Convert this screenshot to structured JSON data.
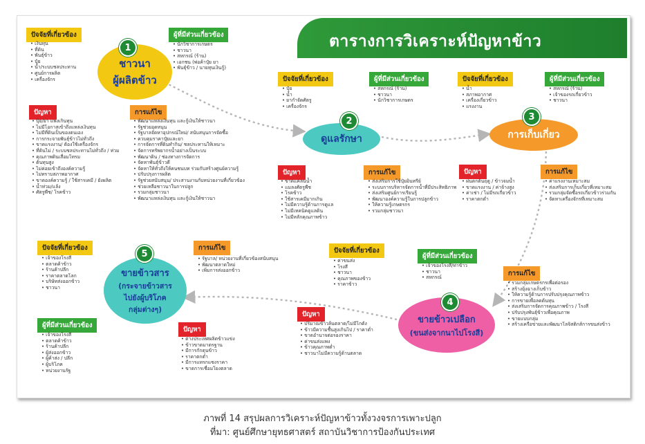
{
  "title": "ตารางการวิเคราะห์ปัญหาข้าว",
  "caption": {
    "line1": "ภาพที่ 14 สรุปผลการวิเคราะห์ปัญหาข้าวทั้งวงจรการเพาะปลูก",
    "line2": "ที่มา: ศูนย์ศึกษายุทธศาสตร์ สถาบันวิชาการป้องกันประเทศ"
  },
  "labels": {
    "factors": "ปัจจัยที่เกี่ยวข้อง",
    "stakeholders": "ผู้ที่มีส่วนเกี่ยวข้อง",
    "problems": "ปัญหา",
    "solutions": "การแก้ไข"
  },
  "colors": {
    "green": "#36a83a",
    "yellow": "#f2c812",
    "orange": "#f59a2a",
    "red": "#e2232a",
    "teal": "#4cc9c0",
    "pink": "#ee5fa5"
  },
  "stages": [
    {
      "number": "1",
      "name": "ชาวนา",
      "name2": "ผู้ผลิตข้าว",
      "factors": [
        "เงินทุน",
        "ที่ดิน",
        "พันธุ์ข้าว",
        "ปุ๋ย",
        "น้ำ/ระบบชลประทาน",
        "ศูนย์การผลิต",
        "เครื่องจักร"
      ],
      "stakeholders": [
        "นักวิชาการเกษตร",
        "ชาวนา",
        "สหกรณ์ (ร้าน)",
        "เอกชน (พ่อค้าปุ๋ย ยา",
        "พันธุ์ข้าว / นายทุนเงินกู้)"
      ],
      "problems": [
        "ปุ๋ย/ยา แพงเกินทุน",
        "ไม่มีโอกาสเข้าถึงแหล่งเงินทุน",
        "ไม่มีที่ดินเป็นของตนเอง",
        "การกระจายพันธุ์ข้าวไม่ทั่วถึง",
        "ขาดแรงงาน/ ต้องใช้เครื่องจักร",
        "ที่ดินไม่ / ระบบชลประทานไม่ทั่วถึง / ท่วม",
        "คุณภาพดินเสื่อมโทรม",
        "ต้นทุนสูง",
        "ไม่ค่อยเข้าถึงองค์ความรู้",
        "ไม่ทราบสภาพอากาศ",
        "ขาดองค์ความรู้ / ใช้สารเคมี / ยังผลิต",
        "น้ำท่วม/แล้ง",
        "ศัตรูพืช/ โรคข้าว"
      ],
      "solutions": [
        "พัฒนาแหล่งเงินทุน และกู้เงินให้ชาวนา",
        "รัฐช่วยอุดหนุน",
        "รัฐบาลจัดหาอุปกรณ์ใหม่/ สนับสนุนการจัดซื้อ",
        "ควบคุมราคาปุ๋ยและยา",
        "การจัดการที่ดินทำกิน/ ชลประทานให้เหมาะ",
        "จัดการทรัพยากรน้ำอย่างเป็นระบบ",
        "พัฒนาดิน / ช่องทางการจัดการ",
        "จัดหาพันธุ์ข้าวดี",
        "จัดหาให้ทั่วถึงให้คนชนบท ร่วมกับสร้างศูนย์ความรู้",
        "ปรับปรุงการผลิต",
        "รัฐช่วยสนับสนุน/ ประสานงานกับหน่วยงานที่เกี่ยวข้อง",
        "ช่วยเหลือชาวนาในการปลูก",
        "รวมกลุ่มชาวนา",
        "พัฒนาแหล่งเงินทุน และกู้เงินให้ชาวนา"
      ]
    },
    {
      "number": "2",
      "name": "ดูแลรักษา",
      "factors": [
        "ปุ๋ย",
        "น้ำ",
        "ยากำจัดศัตรู",
        "เครื่องจักร"
      ],
      "stakeholders": [
        "สหกรณ์ (ร้าน)",
        "ชาวนา",
        "นักวิชาการเกษตร"
      ],
      "problems": [
        "ขาดแคลนน้ำ",
        "แมลงศัตรูพืช",
        "โรคข้าว",
        "ใช้สารเคมีมากเกิน",
        "ไม่มีความรู้ด้านการดูแล",
        "ไม่มีเทคนิคดูแลดิน",
        "ไม่มีหลักคุณภาพข้าว"
      ],
      "solutions": [
        "ส่งเสริมการใช้ปุ๋ยอินทรีย์",
        "ระบบการบริหารจัดการน้ำที่มีประสิทธิภาพ",
        "ส่งเสริมศูนย์การเรียนรู้",
        "พัฒนาองค์ความรู้ในการปลูกข้าว",
        "ให้ความรู้เกษตรกร",
        "รวมกลุ่มชาวนา"
      ]
    },
    {
      "number": "3",
      "name": "การเก็บเกี่ยว",
      "factors": [
        "น้ำ",
        "สภาพอากาศ",
        "เครื่องเกี่ยวข้าว",
        "แรงงาน"
      ],
      "stakeholders": [
        "สหกรณ์ (ร้าน)",
        "เจ้าของรถเกี่ยวข้าว",
        "ชาวนา"
      ],
      "problems": [
        "ฝนตกต้นฤดู / ข้าวจมน้ำ",
        "ขาดแรงงาน / ค่าจ้างสูง",
        "ค่าเช่า / ไม่มีรถเกี่ยวข้าว",
        "ราคาตกต่ำ"
      ],
      "solutions": [
        "ค่าแรงงานเหมาะสม",
        "ส่งเสริมการเก็บเกี่ยวที่เหมาะสม",
        "รวมกลุ่มจัดซื้อรถเกี่ยวข้าวร่วมกัน",
        "จัดหาเครื่องจักรที่เหมาะสม"
      ]
    },
    {
      "number": "4",
      "name": "ขายข้าวเปลือก",
      "name2": "(ขนส่งจากนาไปโรงสี)",
      "factors": [
        "ค่าขนส่ง",
        "โรงสี",
        "ชาวนา",
        "คุณภาพของข้าว",
        "ราคาข้าว"
      ],
      "stakeholders": [
        "เจ้าของโรงสี/ท่าข้าว",
        "ชาวนา",
        "สหกรณ์"
      ],
      "problems": [
        "ปริมาณข้าวล้นตลาด/ไม่มีโกดัง",
        "ข้าวมีความชื้นสูงเกินไป / ราคาต่ำ",
        "ขาดอำนาจต่อรองราคา",
        "ค่าขนส่งแพง",
        "ข้าวคุณภาพต่ำ",
        "ชาวนาไม่มีความรู้ด้านตลาด"
      ],
      "solutions": [
        "รวมกลุ่มเกษตรกรเพื่อต่อรอง",
        "สร้างยุ้งฉางเก็บข้าว",
        "ให้ความรู้ด้านการปรับปรุงคุณภาพข้าว",
        "การขายเพื่อลดต้นทุน",
        "ส่งเสริมการจัดการคุณภาพข้าว / โรงสี",
        "ปรับปรุงพันธุ์ข้าวเพื่อคุณภาพ",
        "ขายแบบกลุ่ม",
        "สร้างเครือข่ายและพัฒนาโลจิสติกส์การขนส่งข้าว"
      ]
    },
    {
      "number": "5",
      "name": "ขายข้าวสาร",
      "name2": "(กระจายข้าวสาร",
      "name3": "ไปยังผู้บริโภค",
      "name4": "กลุ่มต่างๆ)",
      "factors": [
        "เจ้าของโรงสี",
        "ตลาดค้าข้าว",
        "ร้านค้าปลีก",
        "ราคาตลาดโลก",
        "บริษัทส่งออกข้าว",
        "ชาวนา"
      ],
      "stakeholders": [
        "เจ้าของโรงสี",
        "ตลาดค้าข้าว",
        "ร้านค้าปลีก",
        "ผู้ส่งออกข้าว",
        "ผู้ค้าส่ง / ปลีก",
        "ผู้บริโภค",
        "หน่วยงานรัฐ"
      ],
      "problems": [
        "ต่างประเทศผลิตข้าวแข่ง",
        "ข้าวขาดมาตรฐาน",
        "มีการกักตุนข้าว",
        "ราคาตกต่ำ",
        "มีการแทรกแซงราคา",
        "ขาดการเชื่อมโยงตลาด"
      ],
      "solutions": [
        "รัฐบาล/ หน่วยงานที่เกี่ยวข้องสนับสนุน",
        "พัฒนาตลาดใหม่",
        "เพิ่มการส่งออกข้าว"
      ]
    }
  ]
}
